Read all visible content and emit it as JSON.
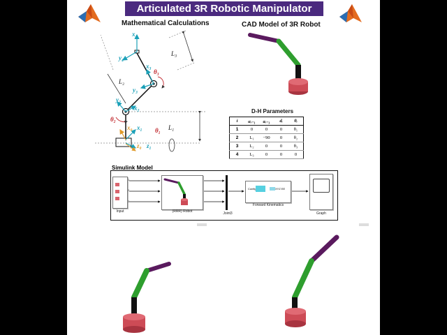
{
  "header": {
    "title": "Articulated 3R Robotic Manipulator"
  },
  "sections": {
    "math": "Mathematical Calculations",
    "cad": "CAD Model of 3R Robot",
    "dh": "D-H Parameters",
    "simulink": "Simulink Model"
  },
  "diagram_labels": {
    "x4": "x₄",
    "y4": "y₄",
    "L3": "L₃",
    "x3": "x₃",
    "theta3": "θ₃",
    "y3": "y₃",
    "L2": "L₂",
    "y2": "y₂",
    "x2": "x₂",
    "theta2": "θ₂",
    "x0": "x₀",
    "x1": "x₁",
    "L1": "L₁",
    "theta1": "θ₁",
    "z0": "z₀",
    "z1": "z₁"
  },
  "dh_table": {
    "headers": [
      "i",
      "αᵢ₋₁",
      "aᵢ₋₁",
      "dᵢ",
      "θᵢ"
    ],
    "rows": [
      [
        "1",
        "0",
        "0",
        "0",
        "θ₁"
      ],
      [
        "2",
        "L₁",
        "−90",
        "0",
        "θ₂"
      ],
      [
        "3",
        "L₂",
        "0",
        "0",
        "θ₃"
      ],
      [
        "4",
        "L₃",
        "0",
        "0",
        "0"
      ]
    ]
  },
  "simulink": {
    "input_label": "Input",
    "robot_label": "(RRR) Robot",
    "joint_label": "Joint3",
    "fk_label": "Forward Kinematics",
    "fk_in": "Config",
    "fk_out": "XYZ EE",
    "graph_label": "Graph",
    "ports": [
      "1",
      "2",
      "3"
    ]
  },
  "colors": {
    "title_bg": "#4b2a7f",
    "axis_cyan": "#1aa0b8",
    "axis_orange": "#e09a2a",
    "theta_red": "#c0272d",
    "robot_base": "#cd4b56",
    "robot_black": "#111111",
    "robot_green": "#2e9e2e",
    "robot_purple": "#5a1a5e"
  }
}
